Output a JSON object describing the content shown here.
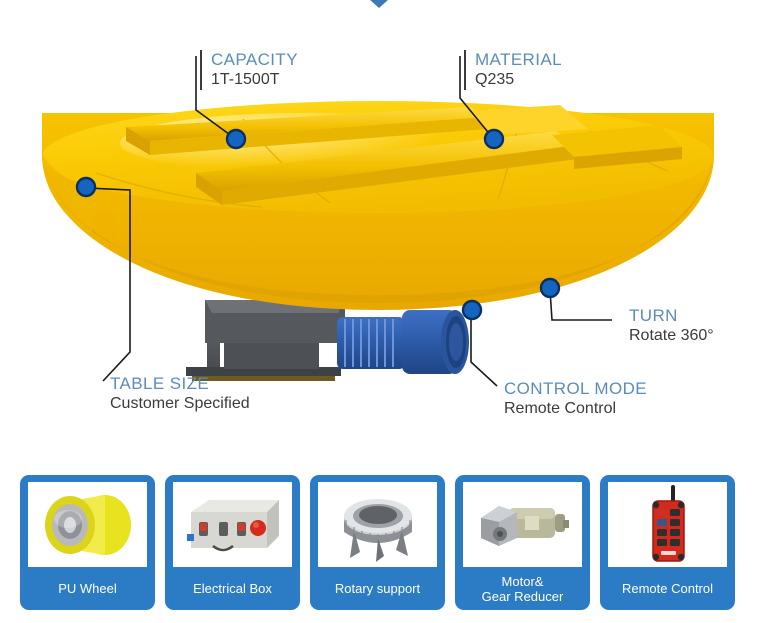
{
  "page": {
    "top_arrow_icon": "chevron-down-icon",
    "background_color": "#ffffff",
    "accent_blue": "#1565c0",
    "heading_blue": "#5b8db8",
    "card_blue": "#2b7cc4",
    "machine_yellow": "#f5c400"
  },
  "callouts": [
    {
      "id": "capacity",
      "title": "CAPACITY",
      "value": "1T-1500T"
    },
    {
      "id": "material",
      "title": "MATERIAL",
      "value": "Q235"
    },
    {
      "id": "table-size",
      "title": "TABLE SIZE",
      "value": "Customer Specified"
    },
    {
      "id": "control-mode",
      "title": "CONTROL MODE",
      "value": "Remote Control"
    },
    {
      "id": "turn",
      "title": "TURN",
      "value": "Rotate 360°"
    }
  ],
  "cards": [
    {
      "id": "pu-wheel",
      "label": "PU Wheel",
      "icon": "pu-wheel-photo"
    },
    {
      "id": "electrical-box",
      "label": "Electrical Box",
      "icon": "electrical-box-photo"
    },
    {
      "id": "rotary-support",
      "label": "Rotary support",
      "icon": "rotary-support-photo"
    },
    {
      "id": "motor-reducer",
      "label": "Motor&\nGear Reducer",
      "icon": "motor-gear-reducer-photo"
    },
    {
      "id": "remote-control",
      "label": "Remote Control",
      "icon": "remote-control-photo"
    }
  ]
}
